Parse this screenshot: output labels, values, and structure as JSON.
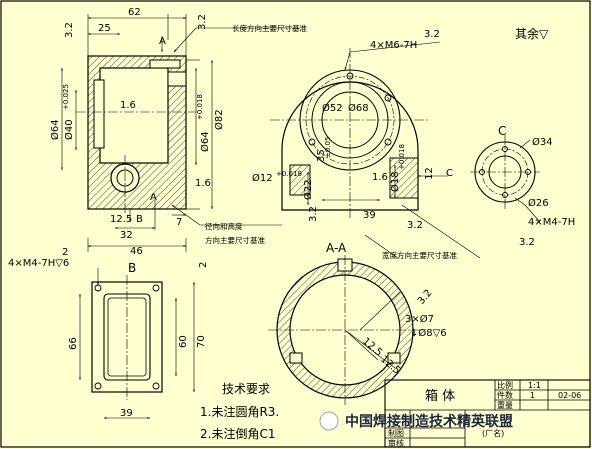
{
  "sheet": {
    "rough_rest": "其余▽"
  },
  "front_view": {
    "dim_62": "62",
    "dim_25": "25",
    "label_a_top": "A",
    "label_a_bottom": "A",
    "label_b": "B",
    "dim_32": "32",
    "dim_7": "7",
    "dim_46": "46",
    "dim_2": "2",
    "rough_16_a": "1.6",
    "rough_16_b": "1.6",
    "rough_125": "12.5",
    "dia_64": "Ø64",
    "dia_40": "Ø40",
    "tol_40": "+0.025",
    "dia_64b": "Ø64",
    "tol_64b": "+0.018",
    "dia_82": "Ø82",
    "rough_32_tl": "3.2",
    "rough_32_tr": "3.2",
    "note_length": "长度方向主要尺寸基准",
    "note_radial_1": "径向和高度",
    "note_radial_2": "方向主要尺寸基准"
  },
  "side_view": {
    "thread": "4×M6-7H",
    "rough_32": "3.2",
    "dia_52": "Ø52",
    "dia_68": "Ø68",
    "dim_35": "35",
    "tol_35": "±0.05",
    "dia_22": "Ø22",
    "dia_12": "Ø12",
    "tol_12": "+0.018",
    "rough_16": "1.6",
    "dia_18": "Ø18",
    "tol_18": "+0.018",
    "dim_12": "12",
    "label_c": "C",
    "dim_39": "39",
    "rough_32_b": "3.2",
    "rough_32_c": "3.2",
    "note_width": "宽度方向主要尺寸基准"
  },
  "detail_c": {
    "label": "C",
    "dia_34": "Ø34",
    "dia_26": "Ø26",
    "thread": "4×M4-7H",
    "rough_32": "3.2"
  },
  "section_aa": {
    "label": "A-A",
    "rough_32": "3.2",
    "hole": "3×Ø7",
    "hole_depth": "↓Ø8▽6",
    "rough_125_a": "12.5",
    "rough_125_b": "12.5"
  },
  "view_b": {
    "label": "B",
    "thread": "4×M4-7H▽6",
    "dim_2": "2",
    "dim_66": "66",
    "dim_60": "60",
    "dim_70": "70",
    "dim_39": "39"
  },
  "tech_req": {
    "title": "技术要求",
    "item_1": "1.未注圆角R3.",
    "item_2": "2.未注倒角C1"
  },
  "title_block": {
    "part_name": "箱 体",
    "scale_label": "比例",
    "scale_value": "1:1",
    "qty_label": "件数",
    "qty_value": "1",
    "weight_label": "重量",
    "drawing_no": "02-06",
    "drafter_label": "制图",
    "checker_label": "审核",
    "factory": "(厂名)"
  },
  "watermark": {
    "text": "中国焊接制造技术精英联盟"
  }
}
